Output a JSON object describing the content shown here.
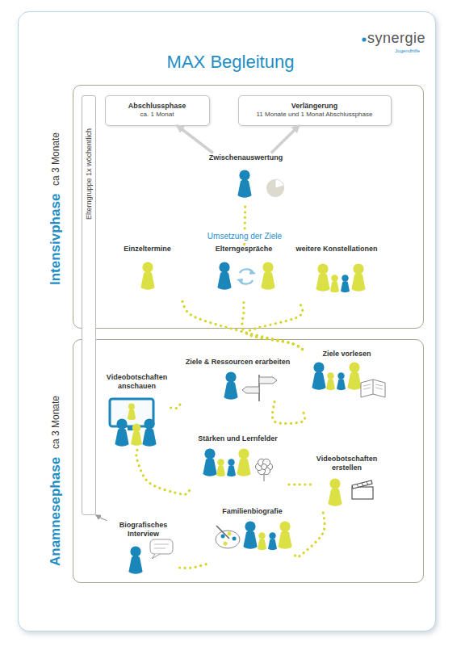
{
  "diagram": {
    "title": "MAX Begleitung",
    "nodes": [
      {
        "text": [
          "Intensivphase",
          "ca 3 Monate"
        ]
      },
      {
        "text": [
          "Abschlussphase",
          "ca. 1 Monat"
        ],
        "in": 0
      },
      {
        "text": [
          "Verlängerung",
          "11 Monate und 1 Monat Abschlussphase"
        ],
        "in": 0
      },
      {
        "text": [
          "Zwischenauswertung"
        ],
        "in": 0
      },
      {
        "text": [
          "Einzeltermine"
        ],
        "in": 0
      },
      {
        "text": [
          "Elterngespräche"
        ],
        "in": 0
      },
      {
        "text": [
          "weitere Konstellationen"
        ],
        "in": 0
      },
      {
        "text": [
          "Elterngruppe 1x wöchentlich"
        ]
      },
      {
        "text": [
          "Anamnesephase",
          "ca 3 Monate"
        ]
      },
      {
        "text": [
          "Ziele & Ressourcen erarbeiten"
        ],
        "in": 8
      },
      {
        "text": [
          "Ziele vorlesen"
        ],
        "in": 8
      },
      {
        "text": [
          "Videobotschaften anschauen"
        ],
        "in": 8
      },
      {
        "text": [
          "Stärken und Lernfelder"
        ],
        "in": 8
      },
      {
        "text": [
          "Videobotschaften erstellen"
        ],
        "in": 8
      },
      {
        "text": [
          "Biografisches Interview"
        ],
        "in": 8
      },
      {
        "text": [
          "Familienbiografie"
        ],
        "in": 8
      }
    ],
    "edges": [
      {
        "from": 14,
        "to": 15,
        "arrow": "none"
      },
      {
        "from": 15,
        "to": 13,
        "arrow": "none"
      },
      {
        "from": 13,
        "to": 12,
        "arrow": "none"
      },
      {
        "from": 12,
        "to": 11,
        "arrow": "none"
      },
      {
        "from": 11,
        "to": 9,
        "arrow": "none"
      },
      {
        "from": 9,
        "to": 10,
        "arrow": "none"
      },
      {
        "from": 10,
        "to": 4,
        "arrow": "none"
      },
      {
        "from": 10,
        "to": 5,
        "arrow": "none"
      },
      {
        "from": 10,
        "to": 6,
        "arrow": "none"
      },
      {
        "from": 5,
        "to": 3,
        "label": "Umsetzung der Ziele",
        "arrow": "none"
      },
      {
        "from": 3,
        "to": 1,
        "arrow": "to"
      },
      {
        "from": 3,
        "to": 2,
        "arrow": "to"
      },
      {
        "from": 14,
        "to": 7,
        "arrow": "to"
      }
    ],
    "labels": [
      "synergie",
      "Jugendhilfe"
    ]
  }
}
